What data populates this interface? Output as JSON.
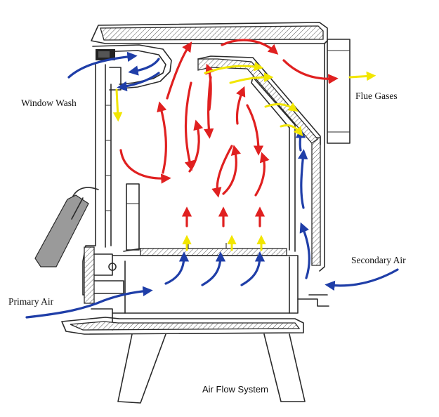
{
  "labels": {
    "window_wash": "Window Wash",
    "flue_gases": "Flue Gases",
    "secondary_air": "Secondary Air",
    "primary_air": "Primary Air",
    "caption": "Air Flow System"
  },
  "colors": {
    "primary_air_arrow": "#1f3ea8",
    "hot_gas_arrow": "#e02020",
    "secondary_heated_arrow": "#f2e600",
    "outline": "#2a2a2a"
  }
}
